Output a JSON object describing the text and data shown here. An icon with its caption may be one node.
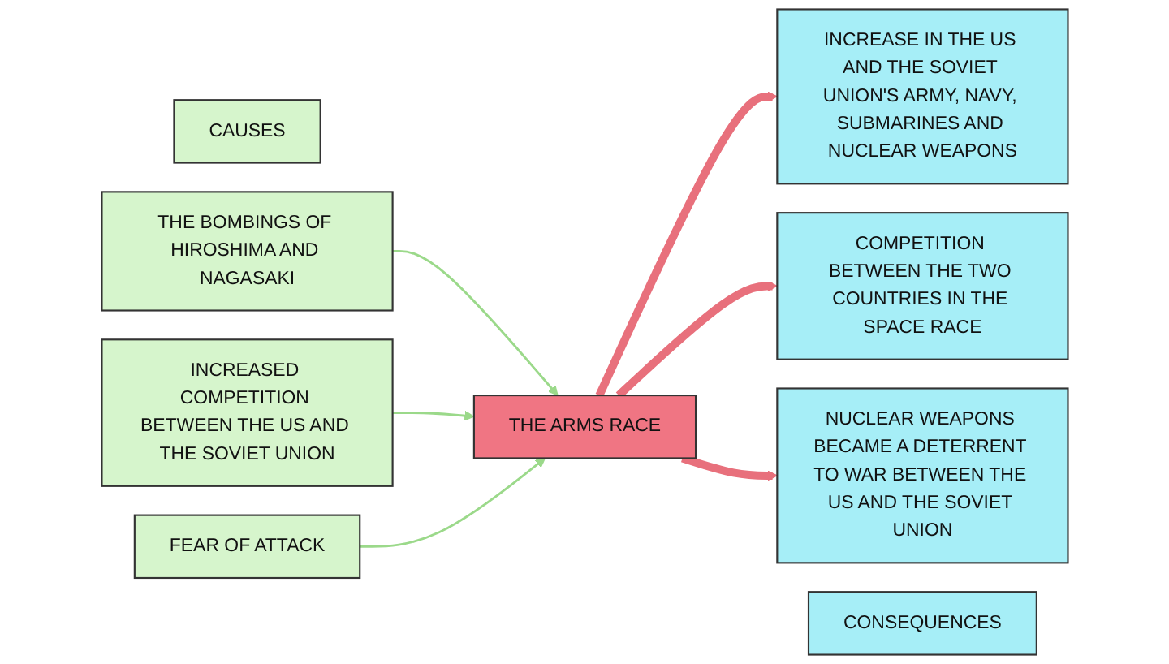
{
  "diagram": {
    "nodes": [
      {
        "text": [
          "CAUSES"
        ]
      },
      {
        "text": [
          "CONSEQUENCES"
        ]
      },
      {
        "text": [
          "THE BOMBINGS OF HIROSHIMA AND NAGASAKI"
        ]
      },
      {
        "text": [
          "INCREASED COMPETITION BETWEEN THE US AND THE SOVIET UNION"
        ]
      },
      {
        "text": [
          "FEAR OF ATTACK"
        ]
      },
      {
        "text": [
          "THE ARMS RACE"
        ]
      },
      {
        "text": [
          "INCREASE IN THE US AND THE SOVIET UNION'S ARMY, NAVY, SUBMARINES AND NUCLEAR WEAPONS"
        ]
      },
      {
        "text": [
          "COMPETITION BETWEEN THE TWO COUNTRIES IN THE SPACE RACE"
        ]
      },
      {
        "text": [
          "NUCLEAR WEAPONS BECAME A DETERRENT TO WAR BETWEEN THE US AND THE SOVIET UNION"
        ]
      }
    ],
    "edges": [
      {
        "from": 2,
        "to": 5,
        "arrow": "to"
      },
      {
        "from": 3,
        "to": 5,
        "arrow": "to"
      },
      {
        "from": 4,
        "to": 5,
        "arrow": "to"
      },
      {
        "from": 5,
        "to": 6,
        "arrow": "to",
        "style": "thick",
        "color": "#e8707c"
      },
      {
        "from": 5,
        "to": 7,
        "arrow": "to",
        "style": "thick",
        "color": "#e8707c"
      },
      {
        "from": 5,
        "to": 8,
        "arrow": "to",
        "style": "thick",
        "color": "#e8707c"
      }
    ]
  }
}
